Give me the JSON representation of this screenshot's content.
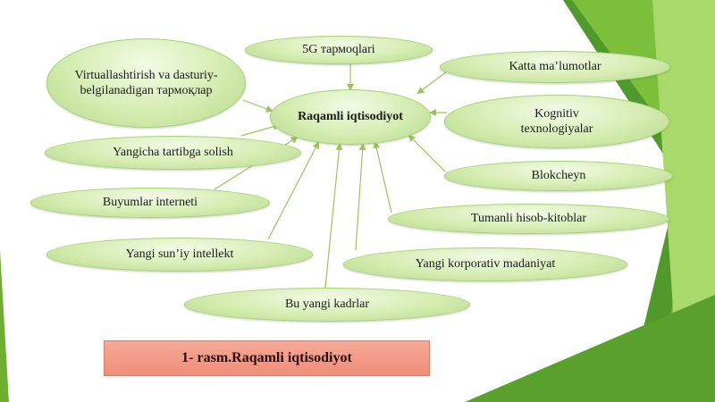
{
  "center": {
    "label": "Raqamli iqtisodiyot"
  },
  "nodes": [
    {
      "id": "virtual",
      "label": "Virtuallashtirish va dasturiy-belgilanadigan тармоқлар"
    },
    {
      "id": "5g",
      "label": "5G тармоqlari"
    },
    {
      "id": "katta",
      "label": "Katta ma’lumotlar"
    },
    {
      "id": "kognitiv",
      "label": "Kognitiv texnologiyalar"
    },
    {
      "id": "blokcheyn",
      "label": "Blokcheyn"
    },
    {
      "id": "tumanli",
      "label": "Tumanli hisob-kitoblar"
    },
    {
      "id": "korporativ",
      "label": "Yangi korporativ madaniyat"
    },
    {
      "id": "kadrlar",
      "label": "Bu yangi kadrlar"
    },
    {
      "id": "intellekt",
      "label": "Yangi sun’iy intellekt"
    },
    {
      "id": "buyumlar",
      "label": "Buyumlar interneti"
    },
    {
      "id": "tartibga",
      "label": "Yangicha tartibga solish"
    }
  ],
  "caption": "1- rasm.Raqamli iqtisodiyot",
  "colors": {
    "node_fill": "#d4ecb0",
    "arrow": "#9cc45a",
    "caption_fill": "#f3a08b",
    "bg_accent": "#6cab2e"
  }
}
